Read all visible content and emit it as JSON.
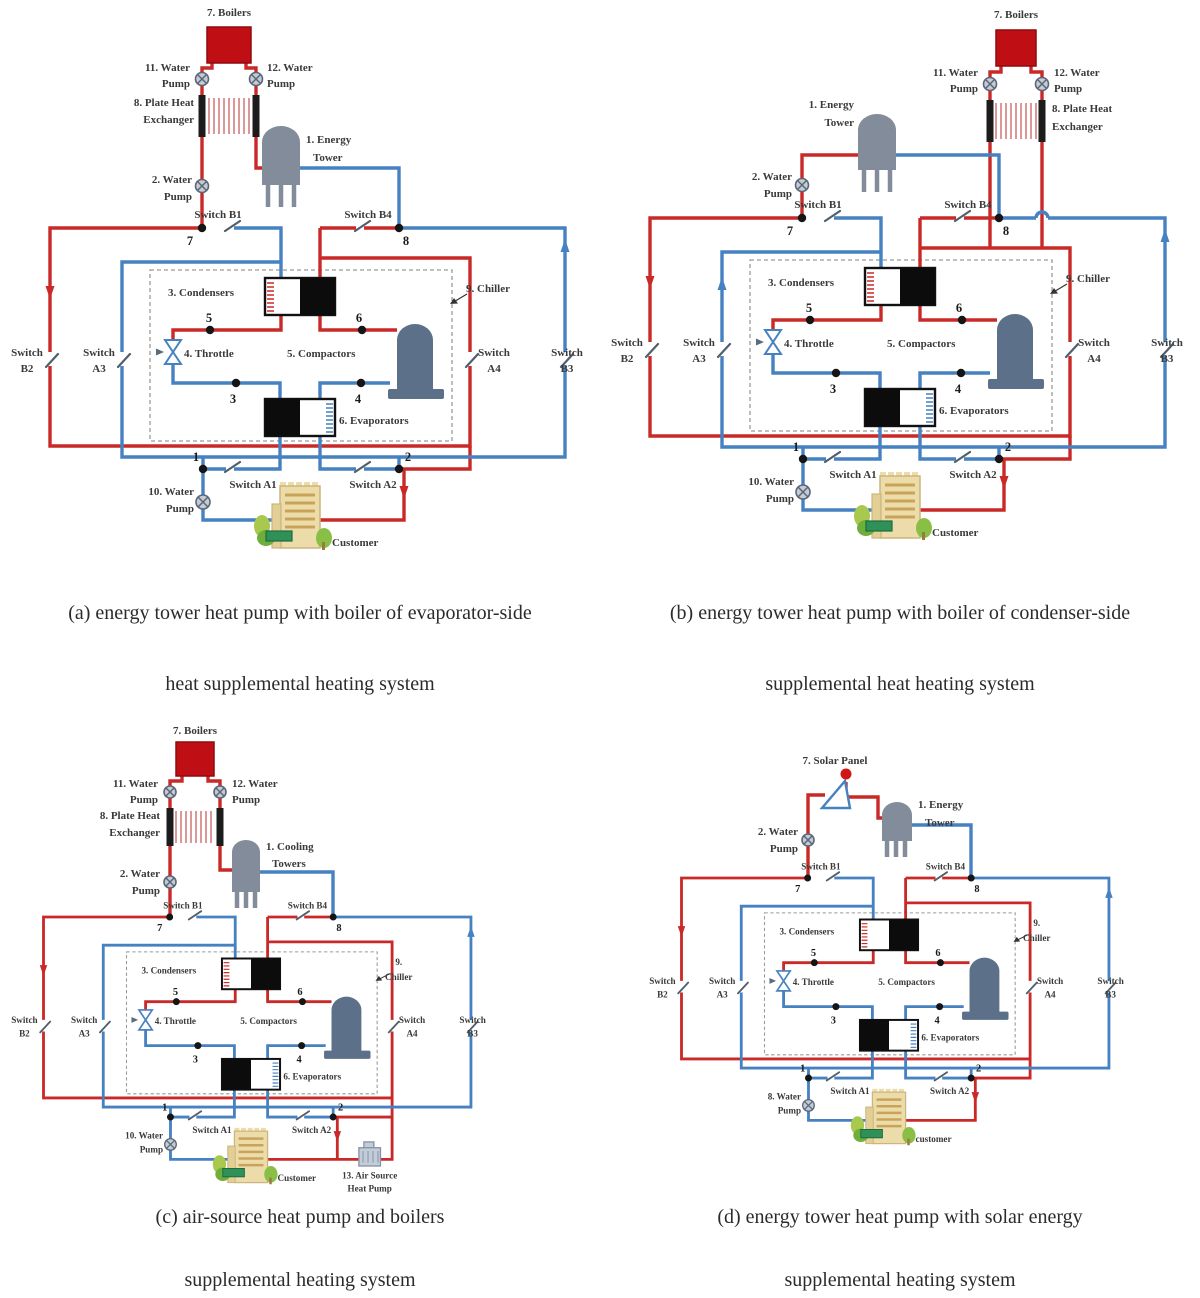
{
  "shared": {
    "switch_b1": "Switch B1",
    "switch_b4": "Switch B4",
    "switch_a1": "Switch A1",
    "switch_a2": "Switch A2",
    "switch_word": "Switch",
    "b2": "B2",
    "a3": "A3",
    "a4": "A4",
    "b3": "B3",
    "condensers": "3. Condensers",
    "throttle": "4. Throttle",
    "compactors": "5. Compactors",
    "evaporators": "6. Evaporators",
    "chiller": "9. Chiller",
    "chiller_no": "9.",
    "chiller_word": "Chiller",
    "boilers": "7. Boilers",
    "pump11": "11. Water",
    "pump12": "12. Water",
    "pump2": "2. Water",
    "pump_word": "Pump",
    "phe_l1": "8. Plate Heat",
    "phe_l2": "Exchanger",
    "n1": "1",
    "n2": "2",
    "n3": "3",
    "n4": "4",
    "n5": "5",
    "n6": "6",
    "n7": "7",
    "n8": "8"
  },
  "panels": {
    "a": {
      "tower_l1": "1. Energy",
      "tower_l2": "Tower",
      "bottom_pump": "10. Water",
      "customer": "Customer",
      "caption_l1": "(a) energy tower heat pump with boiler of evaporator-side",
      "caption_l2": "heat supplemental heating system"
    },
    "b": {
      "tower_l1": "1. Energy",
      "tower_l2": "Tower",
      "bottom_pump": "10. Water",
      "customer": "Customer",
      "caption_l1": "(b) energy tower heat pump with boiler of condenser-side",
      "caption_l2": "supplemental heat heating system"
    },
    "c": {
      "tower_l1": "1. Cooling",
      "tower_l2": "Towers",
      "bottom_pump": "10. Water",
      "customer": "Customer",
      "ashp_l1": "13. Air Source",
      "ashp_l2": "Heat Pump",
      "caption_l1": "(c) air-source heat pump and boilers",
      "caption_l2": "supplemental heating system"
    },
    "d": {
      "solar": "7. Solar Panel",
      "tower_l1": "1. Energy",
      "tower_l2": "Tower",
      "bottom_pump": "8. Water",
      "customer": "customer",
      "caption_l1": "(d) energy tower heat pump with solar energy",
      "caption_l2": "supplemental heating system"
    }
  }
}
